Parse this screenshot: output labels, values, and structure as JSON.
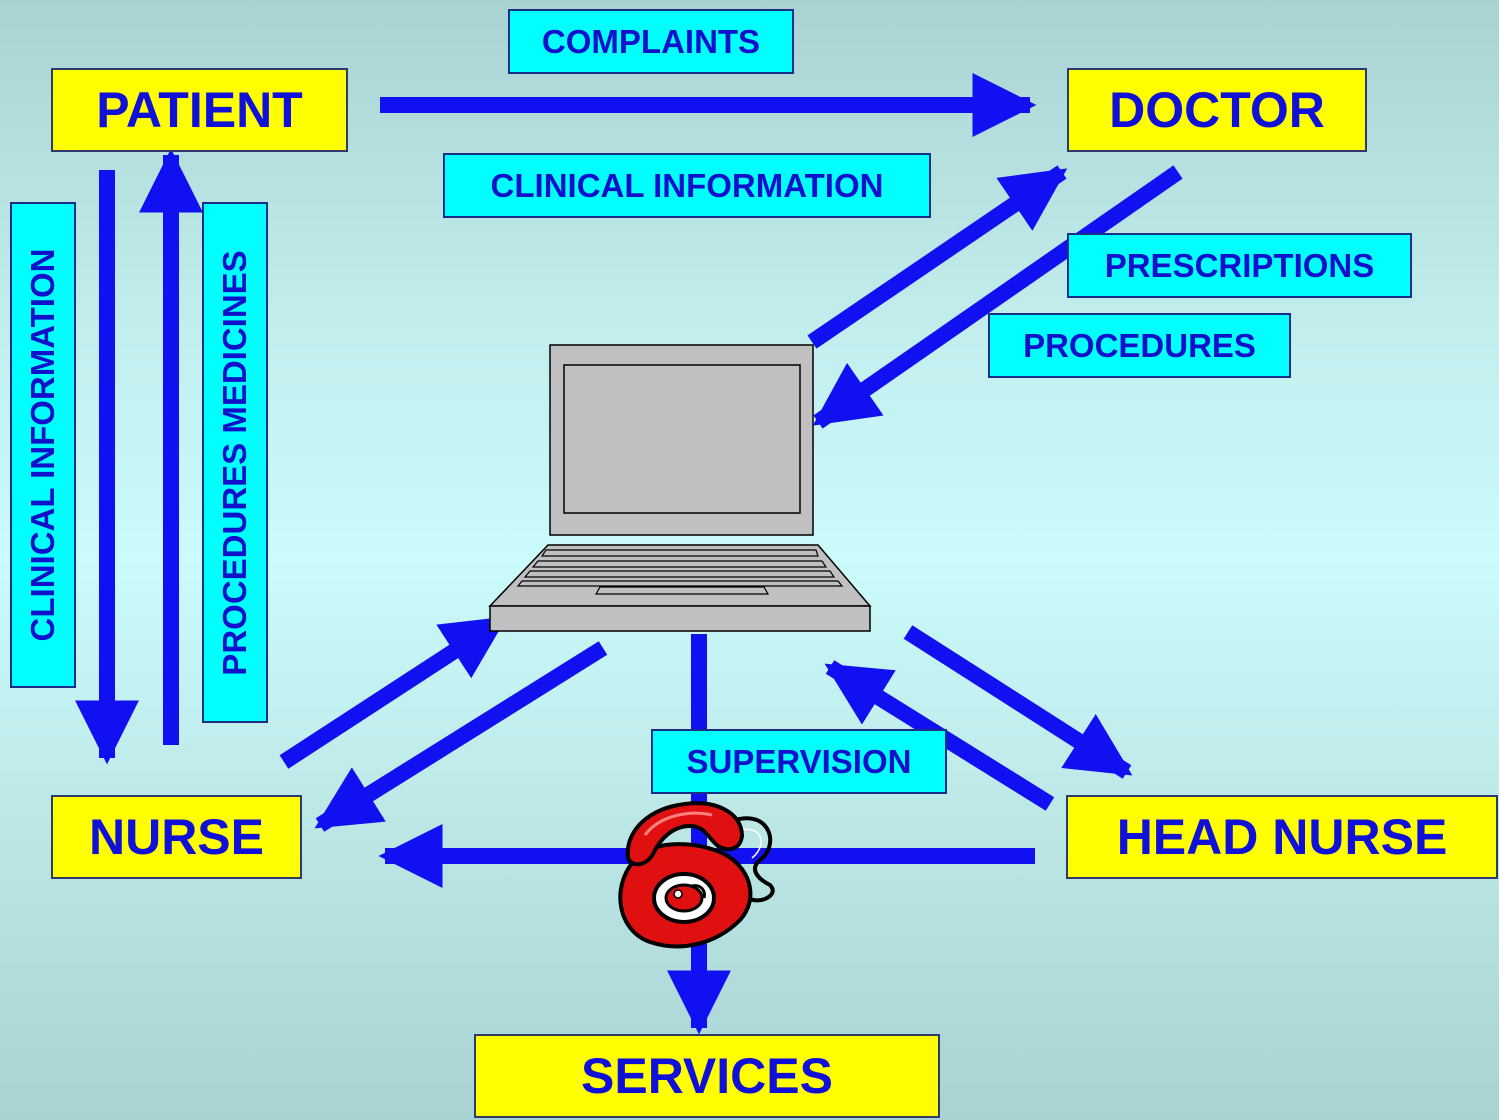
{
  "nodes": {
    "patient": "PATIENT",
    "doctor": "DOCTOR",
    "nurse": "NURSE",
    "head_nurse": "HEAD NURSE",
    "services": "SERVICES"
  },
  "labels": {
    "complaints": "COMPLAINTS",
    "clinical_information_top": "CLINICAL INFORMATION",
    "prescriptions": "PRESCRIPTIONS",
    "procedures": "PROCEDURES",
    "clinical_information_side": "CLINICAL INFORMATION",
    "procedures_medicines": "PROCEDURES MEDICINES",
    "supervision": "SUPERVISION"
  },
  "icons": {
    "computer": "laptop-icon",
    "phone": "telephone-icon"
  },
  "colors": {
    "node_fill": "#ffff00",
    "label_fill": "#00ffff",
    "arrow": "#1010f0",
    "text": "#1010d8"
  }
}
